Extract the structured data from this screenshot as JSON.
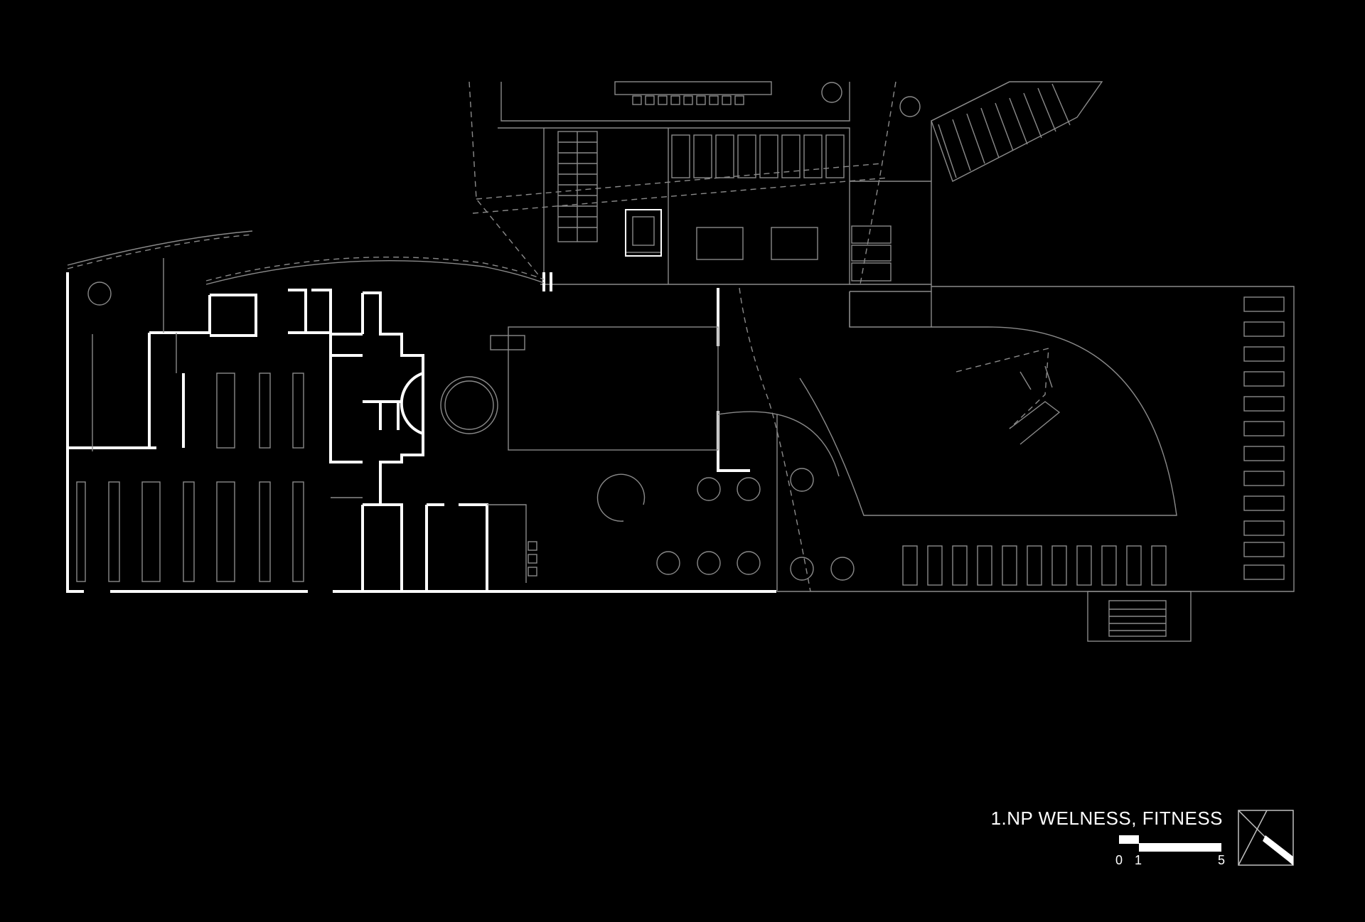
{
  "drawing": {
    "title": "1.NP WELNESS, FITNESS"
  },
  "scale_bar": {
    "label_0": "0",
    "label_1": "1",
    "label_5": "5"
  },
  "colors": {
    "background": "#000000",
    "primary_walls": "#ffffff",
    "secondary_lines": "#8a8a8a"
  }
}
